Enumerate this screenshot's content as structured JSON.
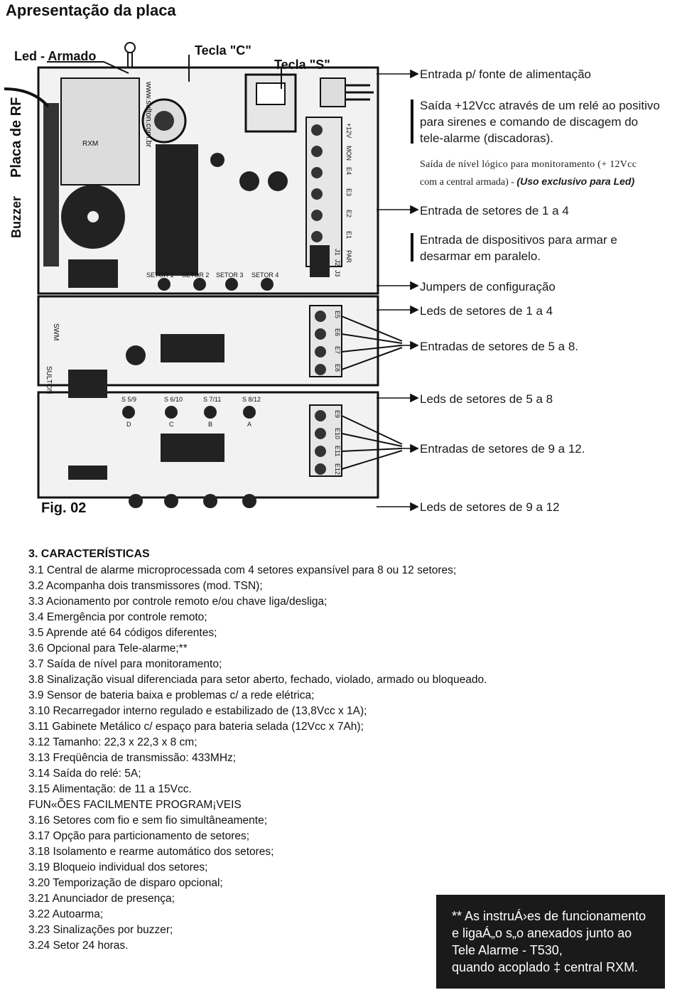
{
  "title": "Apresentação da placa",
  "board": {
    "label_led_armado": "Led - Armado",
    "label_tecla_c": "Tecla \"C\"",
    "label_tecla_s": "Tecla \"S\"",
    "label_placa_rf": "Placa de RF",
    "label_buzzer": "Buzzer",
    "label_fig": "Fig. 02",
    "silk_url": "www.sulton.com.br",
    "silk_rxm": "RXM",
    "silk_sw1": "SWM",
    "silk_sulton": "SULTON",
    "terminal_labels_top": [
      "+12V",
      "MON",
      "E4",
      "E3",
      "E2",
      "E1",
      "PAR"
    ],
    "jumper_labels": [
      "J1",
      "J2",
      "J3"
    ],
    "terminal_labels_mid": [
      "E5",
      "E6",
      "E7",
      "E8"
    ],
    "terminal_labels_bot": [
      "E9",
      "E10",
      "E11",
      "E12"
    ],
    "setor_labels": [
      "SETOR 1",
      "SETOR 2",
      "SETOR 3",
      "SETOR 4"
    ],
    "led_labels_mid": [
      "S 5/9",
      "S 6/10",
      "S 7/11",
      "S 8/12"
    ],
    "led_letters": [
      "D",
      "C",
      "B",
      "A"
    ]
  },
  "callouts": [
    {
      "text": "Entrada p/ fonte de alimentação"
    },
    {
      "text": "Saída +12Vcc através de um relé ao positivo"
    },
    {
      "text": "para sirenes e comando de discagem do"
    },
    {
      "text": "tele-alarme (discadoras)."
    },
    {
      "text": "Saída de nível lógico para monitoramento (+ 12Vcc"
    },
    {
      "text": "com a central armada) -",
      "bold": "(Uso exclusivo para Led)"
    },
    {
      "text": "Entrada de setores de 1 a 4"
    },
    {
      "text": "Entrada de dispositivos para armar e"
    },
    {
      "text": "desarmar em paralelo."
    },
    {
      "text": "Jumpers de configuração"
    },
    {
      "text": "Leds de setores de 1 a 4"
    },
    {
      "text": "Entradas de setores de 5 a 8."
    },
    {
      "text": "Leds de setores de 5 a 8"
    },
    {
      "text": "Entradas de setores de 9 a 12."
    },
    {
      "text": "Leds de setores de 9 a 12"
    }
  ],
  "features_heading": "3. CARACTERÍSTICAS",
  "features": [
    "3.1 Central de alarme microprocessada com 4 setores expansível para 8 ou 12 setores;",
    "3.2 Acompanha dois transmissores (mod. TSN);",
    "3.3 Acionamento por controle remoto e/ou chave liga/desliga;",
    "3.4 Emergência por controle remoto;",
    "3.5 Aprende até 64 códigos diferentes;",
    "3.6 Opcional para Tele-alarme;**",
    "3.7 Saída de nível para monitoramento;",
    "3.8 Sinalização visual diferenciada para setor aberto, fechado, violado, armado ou bloqueado.",
    "3.9 Sensor de bateria baixa e problemas c/ a rede elétrica;",
    "3.10 Recarregador interno regulado e estabilizado de (13,8Vcc x 1A);",
    "3.11 Gabinete Metálico c/ espaço para bateria selada (12Vcc x 7Ah);",
    "3.12 Tamanho: 22,3 x 22,3 x 8 cm;",
    "3.13 Freqüência de transmissão: 433MHz;",
    "3.14 Saída do relé: 5A;",
    "3.15 Alimentação: de 11 a 15Vcc.",
    "FUN«ÕES FACILMENTE PROGRAM¡VEIS",
    "3.16 Setores com fio e sem fio simultâneamente;",
    "3.17 Opção para particionamento de setores;",
    "3.18 Isolamento e rearme automático dos setores;",
    "3.19 Bloqueio individual dos setores;",
    "3.20 Temporização de disparo opcional;",
    "3.21 Anunciador de presença;",
    "3.22 Autoarma;",
    "3.23 Sinalizações por buzzer;",
    "3.24 Setor 24 horas."
  ],
  "note": [
    "** As instruÁ›es de funcionamento",
    "e ligaÁ„o s„o anexados junto ao",
    "Tele Alarme - T530,",
    "quando acoplado ‡ central RXM."
  ]
}
